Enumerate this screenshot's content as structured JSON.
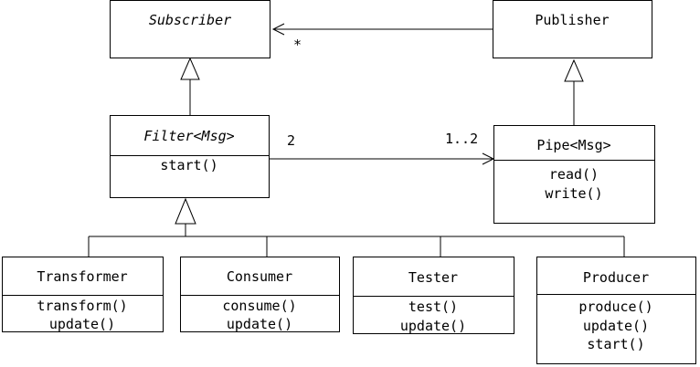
{
  "classes": {
    "subscriber": {
      "name": "Subscriber",
      "abstract": true
    },
    "publisher": {
      "name": "Publisher"
    },
    "filter": {
      "name": "Filter<Msg>",
      "abstract": true,
      "methods": [
        "start()"
      ]
    },
    "pipe": {
      "name": "Pipe<Msg>",
      "methods": [
        "read()",
        "write()"
      ]
    },
    "transformer": {
      "name": "Transformer",
      "methods": [
        "transform()",
        "update()"
      ]
    },
    "consumer": {
      "name": "Consumer",
      "methods": [
        "consume()",
        "update()"
      ]
    },
    "tester": {
      "name": "Tester",
      "methods": [
        "test()",
        "update()"
      ]
    },
    "producer": {
      "name": "Producer",
      "methods": [
        "produce()",
        "update()",
        "start()"
      ]
    }
  },
  "associations": {
    "publisher_subscriber": {
      "multiplicity": "*"
    },
    "filter_pipe": {
      "source_multiplicity": "2",
      "target_multiplicity": "1..2"
    }
  }
}
